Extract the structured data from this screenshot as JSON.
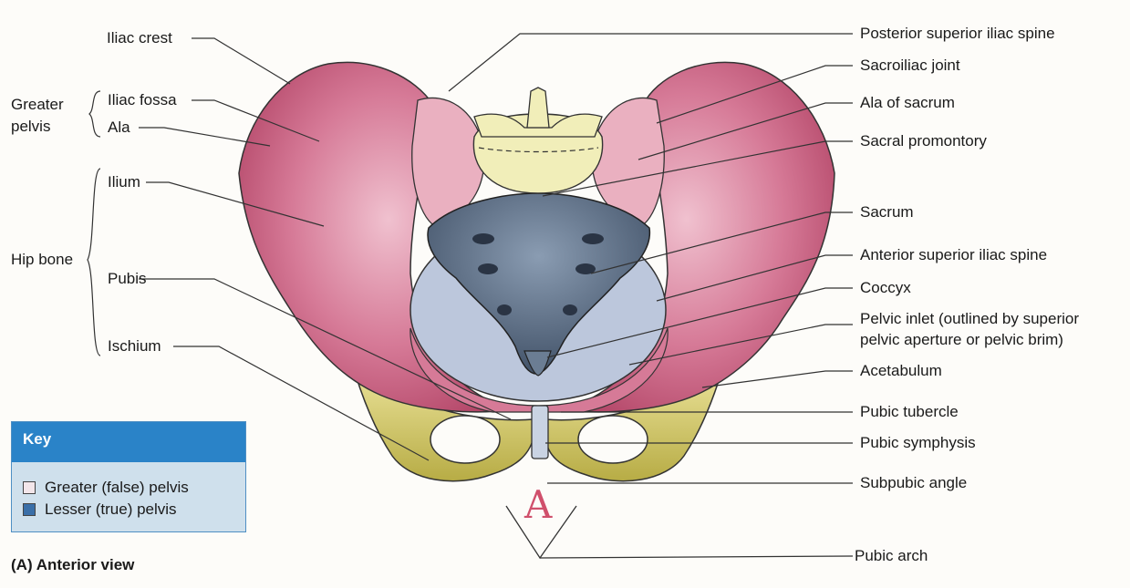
{
  "figure": {
    "caption": "(A) Anterior view",
    "handwritten_mark": "A"
  },
  "left_labels": {
    "iliac_crest": "Iliac crest",
    "greater_pelvis_line1": "Greater",
    "greater_pelvis_line2": "pelvis",
    "iliac_fossa": "Iliac fossa",
    "ala": "Ala",
    "hip_bone": "Hip bone",
    "ilium": "Ilium",
    "pubis": "Pubis",
    "ischium": "Ischium"
  },
  "right_labels": {
    "posterior_superior_iliac_spine": "Posterior superior iliac spine",
    "sacroiliac_joint": "Sacroiliac joint",
    "ala_of_sacrum": "Ala of sacrum",
    "sacral_promontory": "Sacral promontory",
    "sacrum": "Sacrum",
    "anterior_superior_iliac_spine": "Anterior superior iliac spine",
    "coccyx": "Coccyx",
    "pelvic_inlet_line1": "Pelvic inlet (outlined by superior",
    "pelvic_inlet_line2": "pelvic aperture or pelvic brim)",
    "acetabulum": "Acetabulum",
    "pubic_tubercle": "Pubic tubercle",
    "pubic_symphysis": "Pubic symphysis",
    "subpubic_angle": "Subpubic angle",
    "pubic_arch": "Pubic arch"
  },
  "key": {
    "title": "Key",
    "items": [
      {
        "label": "Greater (false) pelvis",
        "color": "#f3e6ea"
      },
      {
        "label": "Lesser (true) pelvis",
        "color": "#3a6fa8"
      }
    ]
  },
  "colors": {
    "bone_pink": "#c65a79",
    "bone_pink_light": "#e7a3b6",
    "pubis_yellow": "#d8cf6e",
    "sacrum_blue": "#5b6f86",
    "inlet_blue": "#bcc7dc",
    "vertebra_cream": "#f1eeb9"
  }
}
